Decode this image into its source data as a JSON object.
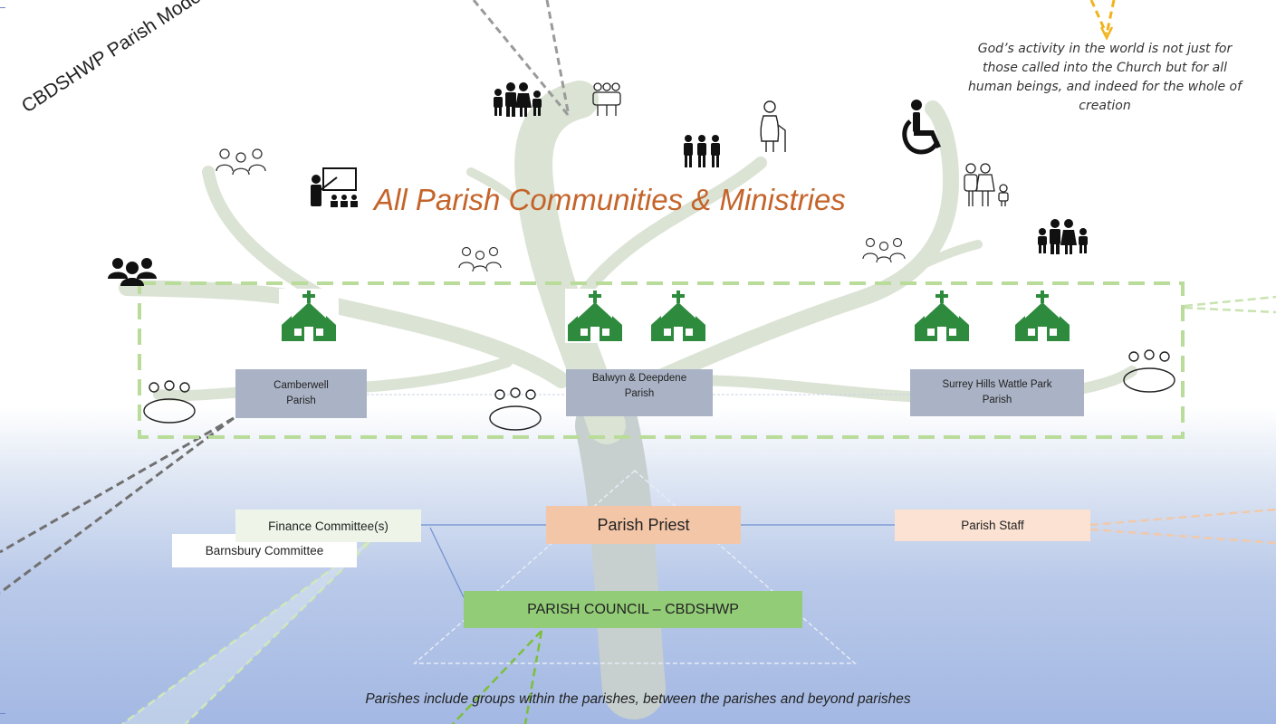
{
  "model_title": "CBDSHWP Parish Model",
  "main_title": "All Parish Communities & Ministries",
  "quote": "God’s activity in the world is not just for those called into the Church but for all human beings, and indeed for the whole of creation",
  "parishes": [
    {
      "line1": "Camberwell",
      "line2": "Parish"
    },
    {
      "line1": "Balwyn & Deepdene",
      "line2": "Parish"
    },
    {
      "line1": "Surrey Hills Wattle Park",
      "line2": "Parish"
    }
  ],
  "governance": {
    "finance": "Finance Committee(s)",
    "barnsbury": "Barnsbury Committee",
    "priest": "Parish Priest",
    "staff": "Parish Staff",
    "council": "PARISH COUNCIL – CBDSHWP"
  },
  "footer": "Parishes include groups within the parishes, between the parishes and beyond parishes",
  "icons": [
    "family-icon",
    "people-group-icon",
    "elderly-person-icon",
    "wheelchair-icon",
    "teacher-icon",
    "church-icon",
    "meeting-table-icon",
    "user-group-icon"
  ],
  "colors": {
    "title_orange": "#c5642a",
    "parish_box": "#aab3c5",
    "priest": "#f4c6a8",
    "staff": "#fbe2d3",
    "council": "#92cc77",
    "finance": "#eef5e8",
    "church_green": "#2e8b3e",
    "dashed_green": "#b9dc9a"
  }
}
